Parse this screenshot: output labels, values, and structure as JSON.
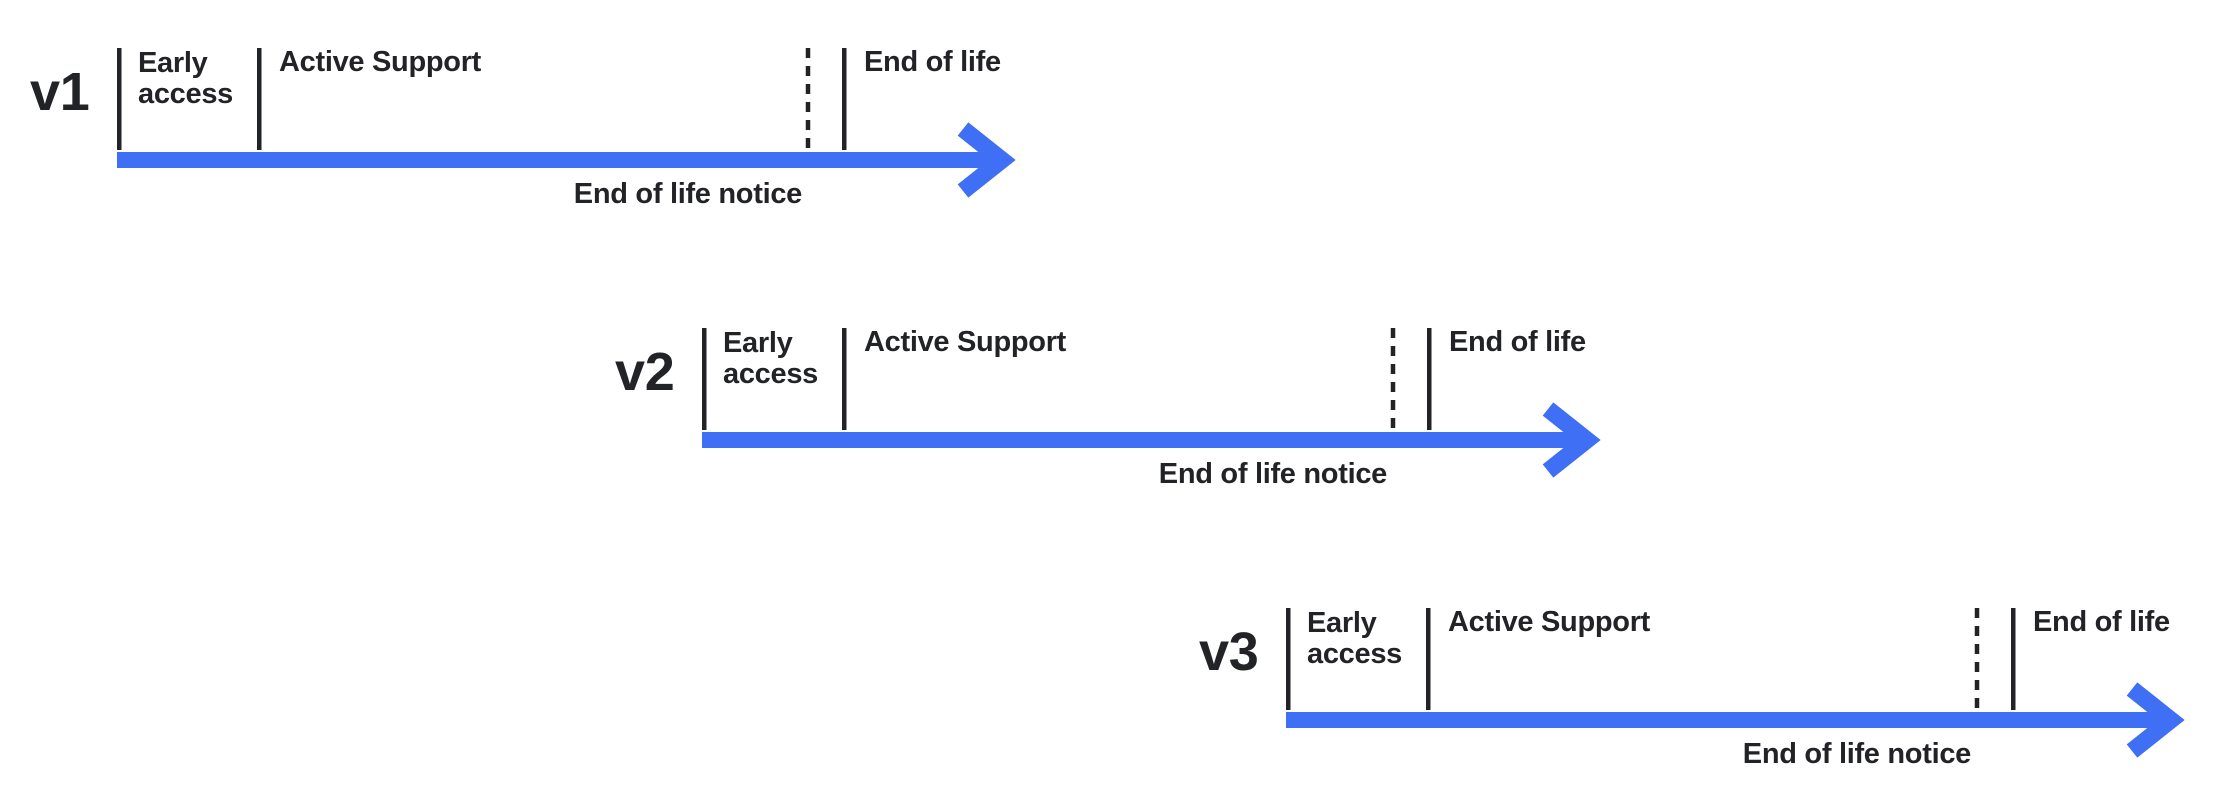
{
  "colors": {
    "arrow_blue": "#3E6FF4",
    "ink": "#222326",
    "page_bg": "#ffffff"
  },
  "timelines": [
    {
      "version": "v1",
      "early_access_line1": "Early",
      "early_access_line2": "access",
      "active_support": "Active Support",
      "end_of_life": "End of life",
      "eol_notice": "End of life notice"
    },
    {
      "version": "v2",
      "early_access_line1": "Early",
      "early_access_line2": "access",
      "active_support": "Active Support",
      "end_of_life": "End of life",
      "eol_notice": "End of life notice"
    },
    {
      "version": "v3",
      "early_access_line1": "Early",
      "early_access_line2": "access",
      "active_support": "Active Support",
      "end_of_life": "End of life",
      "eol_notice": "End of life notice"
    }
  ]
}
